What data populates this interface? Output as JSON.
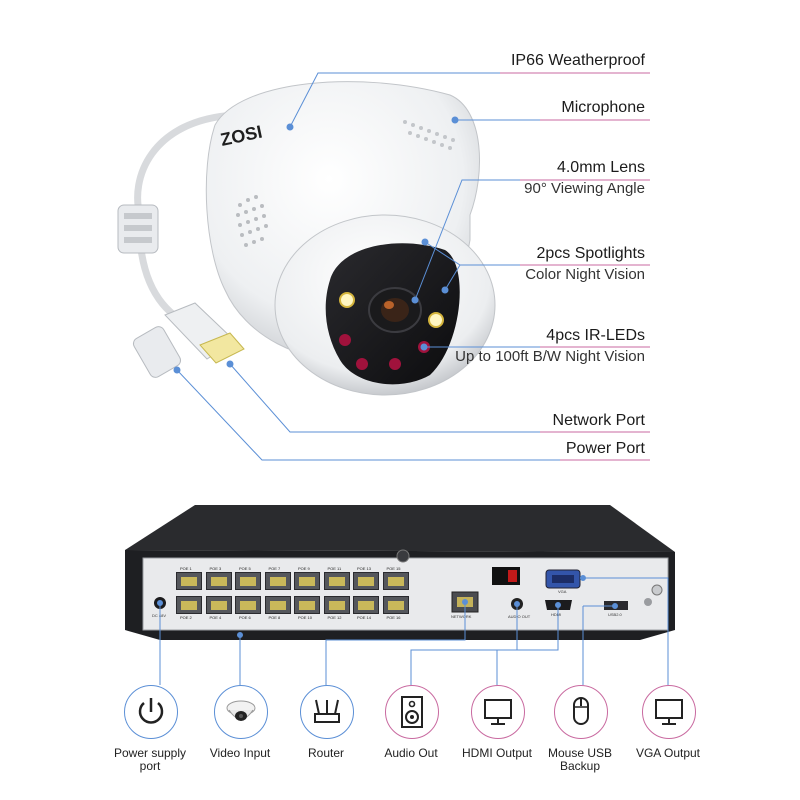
{
  "camera": {
    "brand": "ZOSI",
    "features": [
      {
        "title": "IP66 Weatherproof",
        "subtitle": ""
      },
      {
        "title": "Microphone",
        "subtitle": ""
      },
      {
        "title": "4.0mm Lens",
        "subtitle": "90° Viewing Angle"
      },
      {
        "title": "2pcs Spotlights",
        "subtitle": "Color Night Vision"
      },
      {
        "title": "4pcs IR-LEDs",
        "subtitle": "Up to 100ft B/W Night Vision"
      },
      {
        "title": "Network Port",
        "subtitle": ""
      },
      {
        "title": "Power Port",
        "subtitle": ""
      }
    ]
  },
  "nvr": {
    "poe_top": [
      "POE 1",
      "POE 3",
      "POE 5",
      "POE 7",
      "POE 9",
      "POE 11",
      "POE 13",
      "POE 15"
    ],
    "poe_bottom": [
      "POE 2",
      "POE 4",
      "POE 6",
      "POE 8",
      "POE 10",
      "POE 12",
      "POE 14",
      "POE 16"
    ],
    "dc_label": "DC 48V",
    "network_label": "NETWORK",
    "audio_label": "AUDIO OUT",
    "hdmi_label": "HDMI",
    "vga_label": "VGA",
    "usb_label": "USB2.0"
  },
  "ports": [
    {
      "label_1": "Power supply",
      "label_2": "port",
      "icon": "power-icon"
    },
    {
      "label_1": "Video Input",
      "label_2": "",
      "icon": "dome-camera-icon"
    },
    {
      "label_1": "Router",
      "label_2": "",
      "icon": "router-icon"
    },
    {
      "label_1": "Audio Out",
      "label_2": "",
      "icon": "speaker-icon"
    },
    {
      "label_1": "HDMI Output",
      "label_2": "",
      "icon": "monitor-icon"
    },
    {
      "label_1": "Mouse USB",
      "label_2": "Backup",
      "icon": "mouse-icon"
    },
    {
      "label_1": "VGA Output",
      "label_2": "",
      "icon": "monitor-icon"
    }
  ],
  "colors": {
    "line_blue": "#5b8fd6",
    "line_pink": "#c96aa0",
    "nvr_body": "#1e1f22",
    "panel": "#e9eaec"
  }
}
